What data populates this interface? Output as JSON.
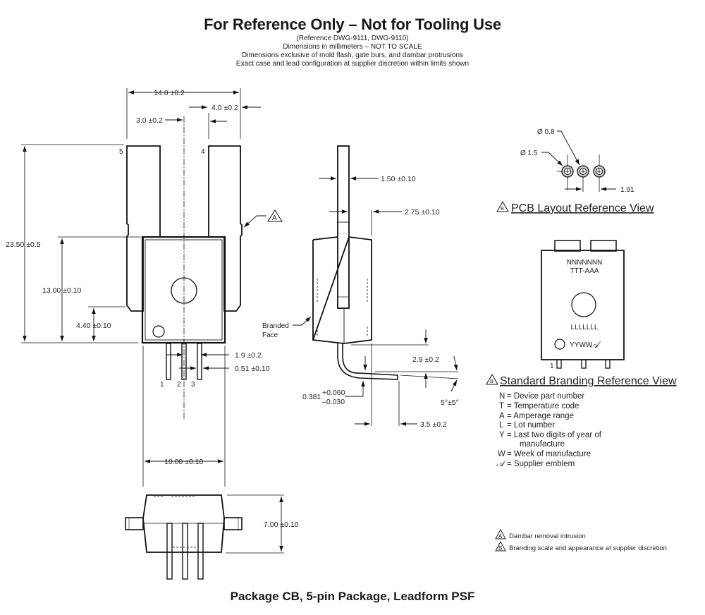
{
  "header": {
    "title": "For Reference Only – Not for Tooling Use",
    "notes": [
      "(Reference DWG-9111, DWG-9110)",
      "Dimensions in millimeters – NOT TO SCALE",
      "Dimensions exclusive of mold flash, gate burs, and dambar protrusions",
      "Exact case and lead configuration at supplier discretion within limits shown"
    ]
  },
  "front_view": {
    "dims": {
      "overall_width": "14.0 ±0.2",
      "tab_width": "4.0 ±0.2",
      "tab_offset": "3.0 ±0.2",
      "overall_height": "23.50 ±0.5",
      "body_height": "13.00 ±0.10",
      "tab_base_height": "4.40 ±0.10",
      "pin_pitch": "1.9 ±0.2",
      "pin_width": "0.51 ±0.10",
      "body_width": "10.00 ±0.10"
    },
    "pin_labels": [
      "1",
      "2",
      "3",
      "4",
      "5"
    ],
    "note_marker": "A"
  },
  "side_view": {
    "dims": {
      "tab_thickness": "1.50 ±0.10",
      "body_offset": "2.75 ±0.10",
      "lead_drop": "2.9 ±0.2",
      "lead_thickness": "0.381",
      "lead_tol_plus": "+0.060",
      "lead_tol_minus": "–0.030",
      "lead_angle": "5°±5°",
      "lead_length": "3.5 ±0.2"
    },
    "branded_face_label": [
      "Branded",
      "Face"
    ]
  },
  "bottom_view": {
    "dims": {
      "body_depth": "7.00 ±0.10"
    }
  },
  "pcb_view": {
    "marker": "B",
    "title": "PCB Layout Reference View",
    "dims": {
      "hole_diameter": "Ø 0.8",
      "pad_diameter": "Ø 1.5",
      "pitch": "1.91"
    }
  },
  "branding_view": {
    "marker": "B",
    "title": "Standard Branding Reference View",
    "lines": {
      "line1": "NNNNNNN",
      "line2": "TTT-AAA",
      "line3": "LLLLLLL",
      "line4": "YYWW",
      "emblem": "𝒜"
    },
    "pin1_label": "1",
    "legend": [
      {
        "key": "N",
        "text": "= Device part number"
      },
      {
        "key": "T",
        "text": "= Temperature code"
      },
      {
        "key": "A",
        "text": "= Amperage range"
      },
      {
        "key": "L",
        "text": "= Lot number"
      },
      {
        "key": "Y",
        "text": "= Last two digits of year of"
      },
      {
        "key": "",
        "text": "manufacture"
      },
      {
        "key": "W",
        "text": "= Week of manufacture"
      },
      {
        "key": "𝒜",
        "text": "= Supplier emblem"
      }
    ]
  },
  "notes": [
    {
      "marker": "A",
      "text": "Dambar removal intrusion"
    },
    {
      "marker": "B",
      "text": "Branding scale and appearance at supplier discretion"
    }
  ],
  "caption": "Package CB, 5-pin Package, Leadform PSF"
}
